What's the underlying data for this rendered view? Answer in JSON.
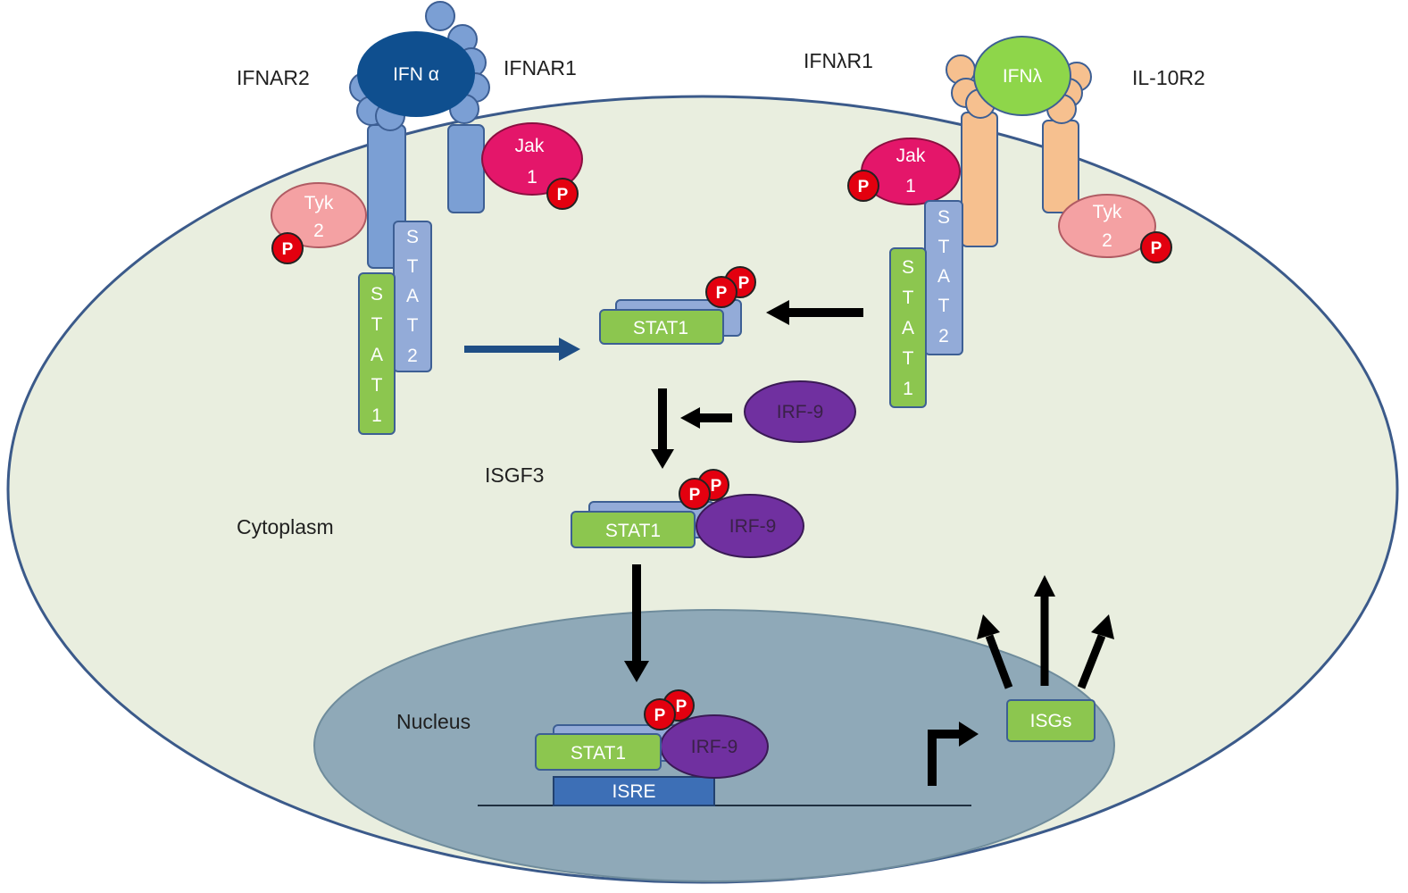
{
  "labels": {
    "ifnar2": "IFNAR2",
    "ifnar1": "IFNAR1",
    "ifnlr1": "IFNλR1",
    "il10r2": "IL-10R2",
    "cytoplasm": "Cytoplasm",
    "nucleus": "Nucleus",
    "isgf3": "ISGF3"
  },
  "ligands": {
    "ifn_alpha": "IFN α",
    "ifn_lambda": "IFNλ"
  },
  "kinases": {
    "jak_line1": "Jak",
    "jak_line2": "1",
    "tyk_line1": "Tyk",
    "tyk_line2": "2"
  },
  "phospho": "P",
  "stat1_letters": [
    "S",
    "T",
    "A",
    "T",
    "1"
  ],
  "stat2_letters": [
    "S",
    "T",
    "A",
    "T",
    "2"
  ],
  "complex": {
    "stat1": "STAT1",
    "irf9": "IRF-9"
  },
  "dna": {
    "isre": "ISRE",
    "isgs": "ISGs"
  },
  "colors": {
    "cell_fill": "#e9eedf",
    "cell_stroke": "#3b5a8a",
    "nucleus_fill": "#8fa9b8",
    "receptor_blue": "#7b9fd4",
    "ifn_alpha": "#0f4f8f",
    "receptor_orange": "#f6c08f",
    "ifn_lambda": "#8ed64a",
    "jak": "#e4166a",
    "tyk": "#f4a1a3",
    "stat1": "#8cc64f",
    "stat2": "#93abd8",
    "irf9": "#7030a0",
    "phospho": "#e3000f",
    "isre": "#3d6fb6"
  }
}
